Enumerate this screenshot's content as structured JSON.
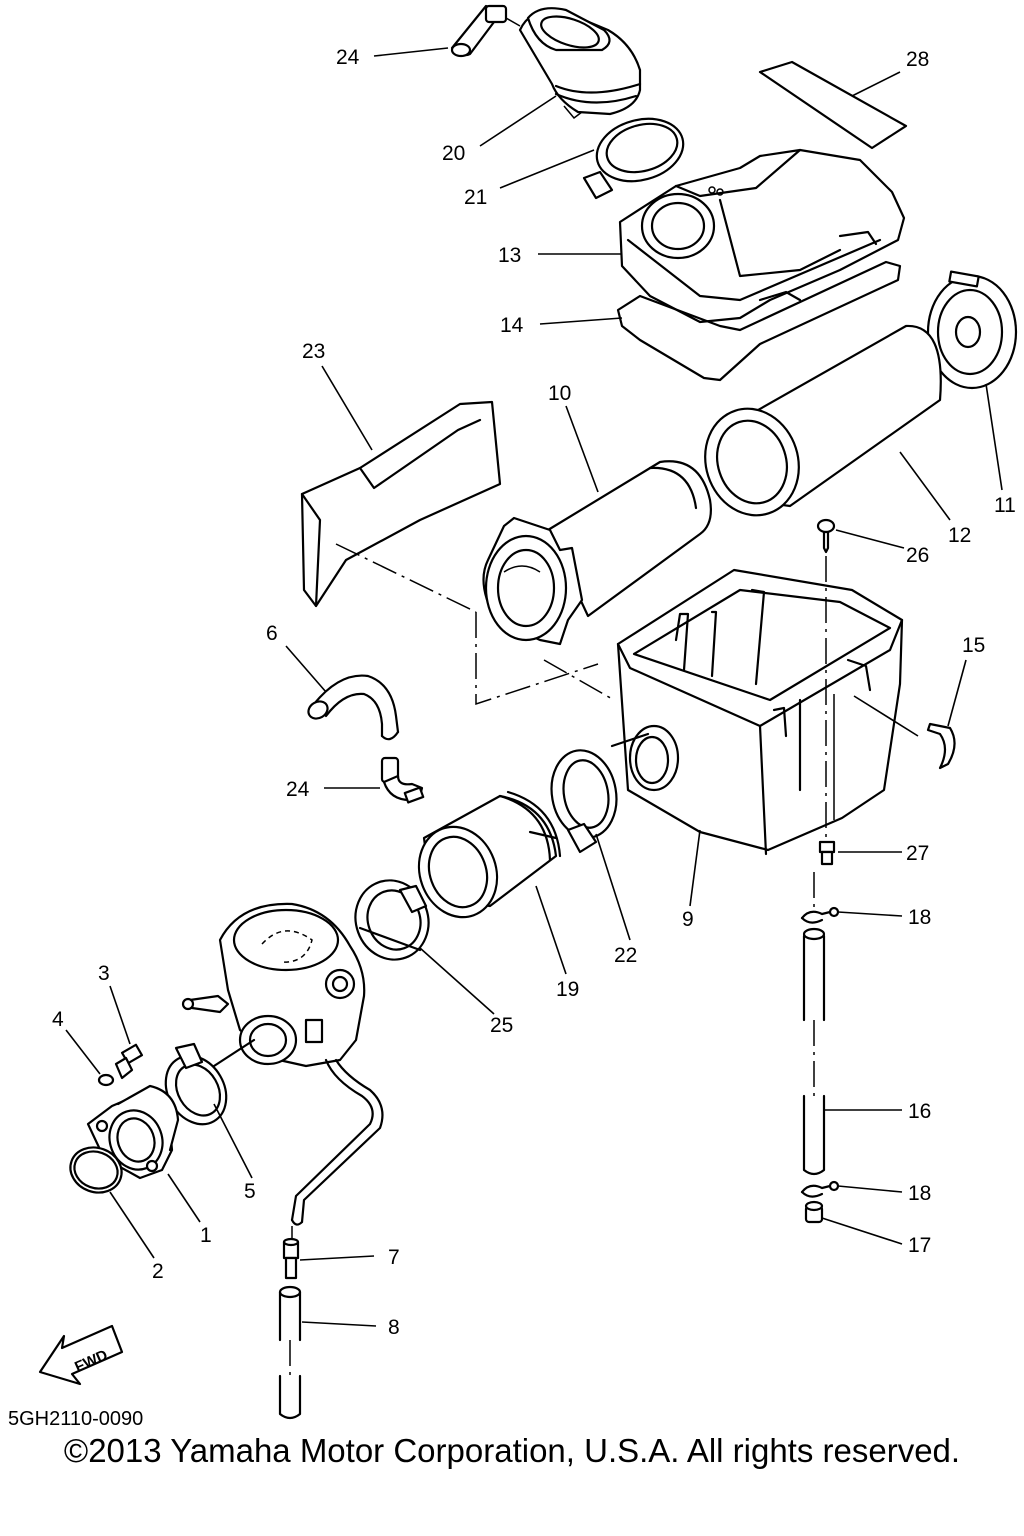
{
  "diagram": {
    "code": "5GH2110-0090",
    "copyright": "©2013 Yamaha Motor Corporation, U.S.A. All rights reserved.",
    "fwd_label": "FWD",
    "callouts": {
      "p1": "1",
      "p2": "2",
      "p3": "3",
      "p4": "4",
      "p5": "5",
      "p6": "6",
      "p7": "7",
      "p8": "8",
      "p9": "9",
      "p10": "10",
      "p11": "11",
      "p12": "12",
      "p13": "13",
      "p14": "14",
      "p15": "15",
      "p16": "16",
      "p17": "17",
      "p18a": "18",
      "p18b": "18",
      "p19": "19",
      "p20": "20",
      "p21": "21",
      "p22": "22",
      "p23": "23",
      "p24a": "24",
      "p24b": "24",
      "p25": "25",
      "p26": "26",
      "p27": "27",
      "p28": "28"
    }
  }
}
